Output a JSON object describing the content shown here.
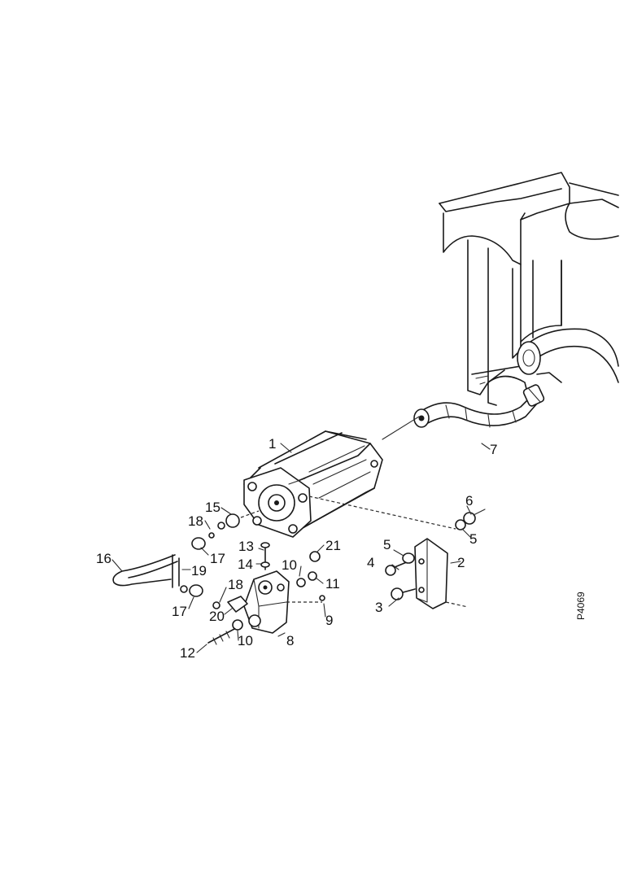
{
  "drawing_code": "P4069",
  "callouts": [
    {
      "id": "c1",
      "text": "1"
    },
    {
      "id": "c2",
      "text": "2"
    },
    {
      "id": "c3",
      "text": "3"
    },
    {
      "id": "c4",
      "text": "4"
    },
    {
      "id": "c5a",
      "text": "5"
    },
    {
      "id": "c5b",
      "text": "5"
    },
    {
      "id": "c6",
      "text": "6"
    },
    {
      "id": "c7",
      "text": "7"
    },
    {
      "id": "c8",
      "text": "8"
    },
    {
      "id": "c9",
      "text": "9"
    },
    {
      "id": "c10a",
      "text": "10"
    },
    {
      "id": "c10b",
      "text": "10"
    },
    {
      "id": "c11",
      "text": "11"
    },
    {
      "id": "c12",
      "text": "12"
    },
    {
      "id": "c13",
      "text": "13"
    },
    {
      "id": "c14",
      "text": "14"
    },
    {
      "id": "c15",
      "text": "15"
    },
    {
      "id": "c16",
      "text": "16"
    },
    {
      "id": "c17a",
      "text": "17"
    },
    {
      "id": "c17b",
      "text": "17"
    },
    {
      "id": "c18a",
      "text": "18"
    },
    {
      "id": "c18b",
      "text": "18"
    },
    {
      "id": "c19",
      "text": "19"
    },
    {
      "id": "c20",
      "text": "20"
    },
    {
      "id": "c21",
      "text": "21"
    }
  ]
}
